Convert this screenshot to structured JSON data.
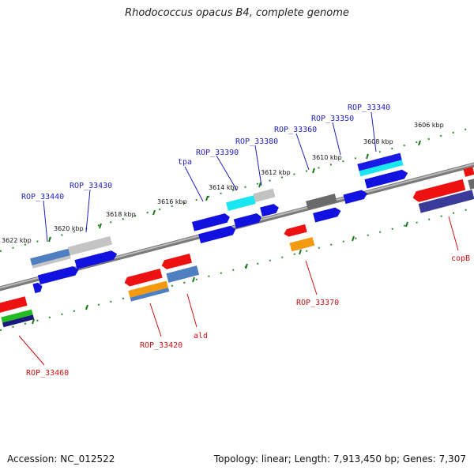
{
  "title": "Rhodococcus opacus B4, complete genome",
  "footer": {
    "accession": "Accession: NC_012522",
    "topology": "Topology: linear; Length: 7,913,450 bp; Genes: 7,307"
  },
  "colors": {
    "axis": "#8a8a8a",
    "tick": "#228b22",
    "label_forward": "#1f1fbf",
    "label_reverse": "#cc1111",
    "gene_blue": "#1010e0",
    "gene_red": "#ee1111",
    "gene_gray": "#bdbdbd",
    "gene_cyan": "#19e6f0",
    "gene_steel": "#4f7fc0",
    "gene_orange": "#f39a10",
    "gene_dark": "#6a6a6a",
    "gene_navy": "#3a3a9a",
    "gene_green": "#22bb22"
  },
  "scale_labels": [
    "3606 kbp",
    "3608 kbp",
    "3610 kbp",
    "3612 kbp",
    "3614 kbp",
    "3616 kbp",
    "3618 kbp",
    "3620 kbp",
    "3622 kbp"
  ],
  "forward_labels": [
    "ROP_33340",
    "ROP_33350",
    "ROP_33360",
    "ROP_33380",
    "ROP_33390",
    "tpa",
    "ROP_33430",
    "ROP_33440"
  ],
  "reverse_labels": [
    "copB",
    "ROP_33370",
    "ald",
    "ROP_33420",
    "ROP_33460"
  ]
}
